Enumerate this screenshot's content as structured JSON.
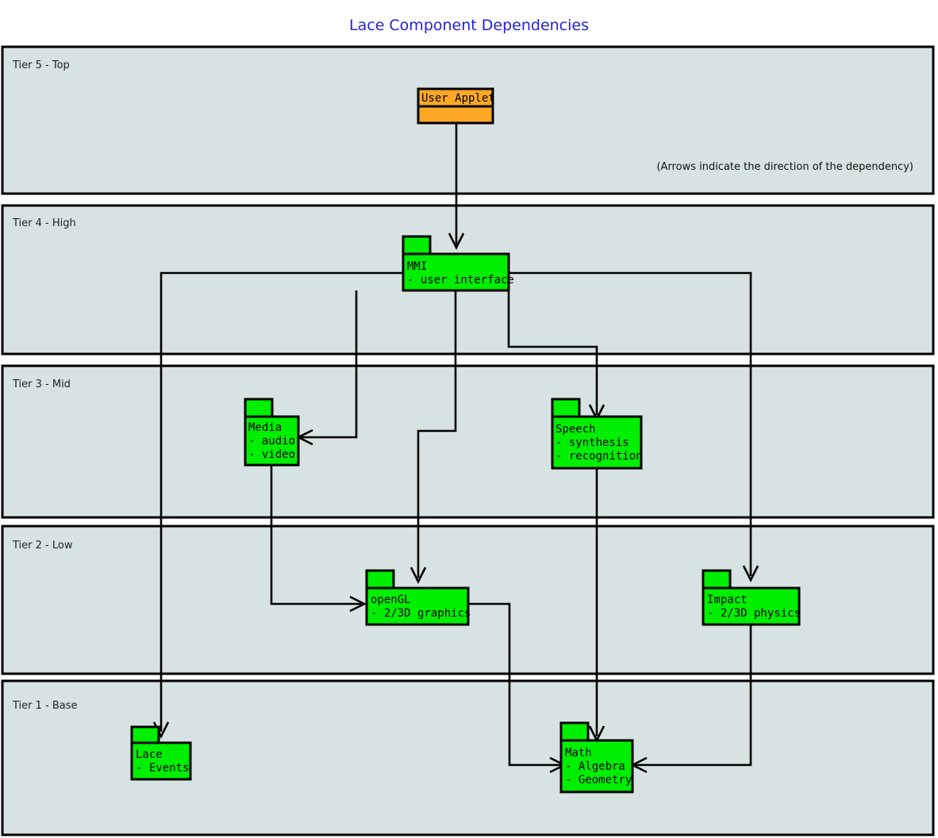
{
  "title": "Lace Component Dependencies",
  "note": "(Arrows indicate the direction of the dependency)",
  "colors": {
    "title": "#2222dd",
    "tier_fill": "#d7e3e2",
    "stroke": "#000000",
    "package_green": "#00ee00",
    "package_orange": "#ffa826",
    "background": "#ffffff"
  },
  "tiers": [
    {
      "id": "tier5",
      "label": "Tier 5 - Top"
    },
    {
      "id": "tier4",
      "label": "Tier 4 - High"
    },
    {
      "id": "tier3",
      "label": "Tier 3 - Mid"
    },
    {
      "id": "tier2",
      "label": "Tier 2 - Low"
    },
    {
      "id": "tier1",
      "label": "Tier 1 - Base"
    }
  ],
  "packages": [
    {
      "id": "user-applet",
      "tier": "Tier 5 - Top",
      "name": "User Applet",
      "details": [],
      "color": "#ffa826"
    },
    {
      "id": "mmi",
      "tier": "Tier 4 - High",
      "name": "MMI",
      "details": [
        "- user interface"
      ],
      "color": "#00ee00"
    },
    {
      "id": "media",
      "tier": "Tier 3 - Mid",
      "name": "Media",
      "details": [
        "- audio",
        "- video"
      ],
      "color": "#00ee00"
    },
    {
      "id": "speech",
      "tier": "Tier 3 - Mid",
      "name": "Speech",
      "details": [
        "- synthesis",
        "- recognition"
      ],
      "color": "#00ee00"
    },
    {
      "id": "opengl",
      "tier": "Tier 2 - Low",
      "name": "openGL",
      "details": [
        "- 2/3D graphics"
      ],
      "color": "#00ee00"
    },
    {
      "id": "impact",
      "tier": "Tier 2 - Low",
      "name": "Impact",
      "details": [
        "- 2/3D physics"
      ],
      "color": "#00ee00"
    },
    {
      "id": "lace",
      "tier": "Tier 1 - Base",
      "name": "Lace",
      "details": [
        "- Events"
      ],
      "color": "#00ee00"
    },
    {
      "id": "math",
      "tier": "Tier 1 - Base",
      "name": "Math",
      "details": [
        "- Algebra",
        "- Geometry"
      ],
      "color": "#00ee00"
    }
  ],
  "dependencies": [
    {
      "from": "User Applet",
      "to": "MMI"
    },
    {
      "from": "MMI",
      "to": "Media"
    },
    {
      "from": "MMI",
      "to": "Speech"
    },
    {
      "from": "MMI",
      "to": "openGL"
    },
    {
      "from": "MMI",
      "to": "Impact"
    },
    {
      "from": "MMI",
      "to": "Lace"
    },
    {
      "from": "Media",
      "to": "openGL"
    },
    {
      "from": "Speech",
      "to": "Math"
    },
    {
      "from": "openGL",
      "to": "Math"
    },
    {
      "from": "Impact",
      "to": "Math"
    }
  ]
}
